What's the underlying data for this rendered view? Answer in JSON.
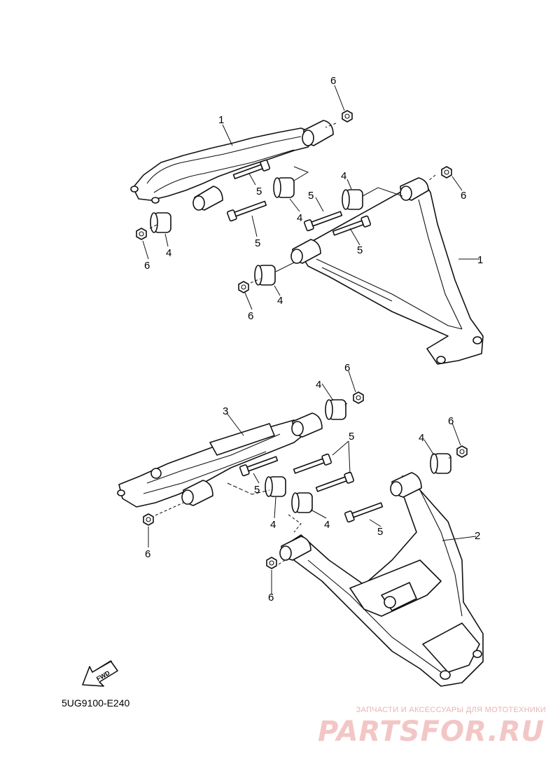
{
  "diagram_code": "5UG9100-E240",
  "fwd_label": "FWD",
  "watermark": {
    "tagline": "ЗАПЧАСТИ И АКСЕССУАРЫ ДЛЯ МОТОТЕХНИКИ",
    "logo": "PARTSFOR.RU"
  },
  "callouts": [
    {
      "id": "c6a",
      "num": "6"
    },
    {
      "id": "c1a",
      "num": "1"
    },
    {
      "id": "c5a",
      "num": "5"
    },
    {
      "id": "c4a",
      "num": "4"
    },
    {
      "id": "c6b",
      "num": "6"
    },
    {
      "id": "c4b",
      "num": "4"
    },
    {
      "id": "c5b",
      "num": "5"
    },
    {
      "id": "c4c",
      "num": "4"
    },
    {
      "id": "c6c",
      "num": "6"
    },
    {
      "id": "c5c",
      "num": "5"
    },
    {
      "id": "c5d",
      "num": "5"
    },
    {
      "id": "c1b",
      "num": "1"
    },
    {
      "id": "c4d",
      "num": "4"
    },
    {
      "id": "c6d",
      "num": "6"
    },
    {
      "id": "c6e",
      "num": "6"
    },
    {
      "id": "c4e",
      "num": "4"
    },
    {
      "id": "c3",
      "num": "3"
    },
    {
      "id": "c5e",
      "num": "5"
    },
    {
      "id": "c6f",
      "num": "6"
    },
    {
      "id": "c4f",
      "num": "4"
    },
    {
      "id": "c5f",
      "num": "5"
    },
    {
      "id": "c4g",
      "num": "4"
    },
    {
      "id": "c4h",
      "num": "4"
    },
    {
      "id": "c2",
      "num": "2"
    },
    {
      "id": "c5g",
      "num": "5"
    },
    {
      "id": "c6g",
      "num": "6"
    },
    {
      "id": "c6h",
      "num": "6"
    }
  ]
}
